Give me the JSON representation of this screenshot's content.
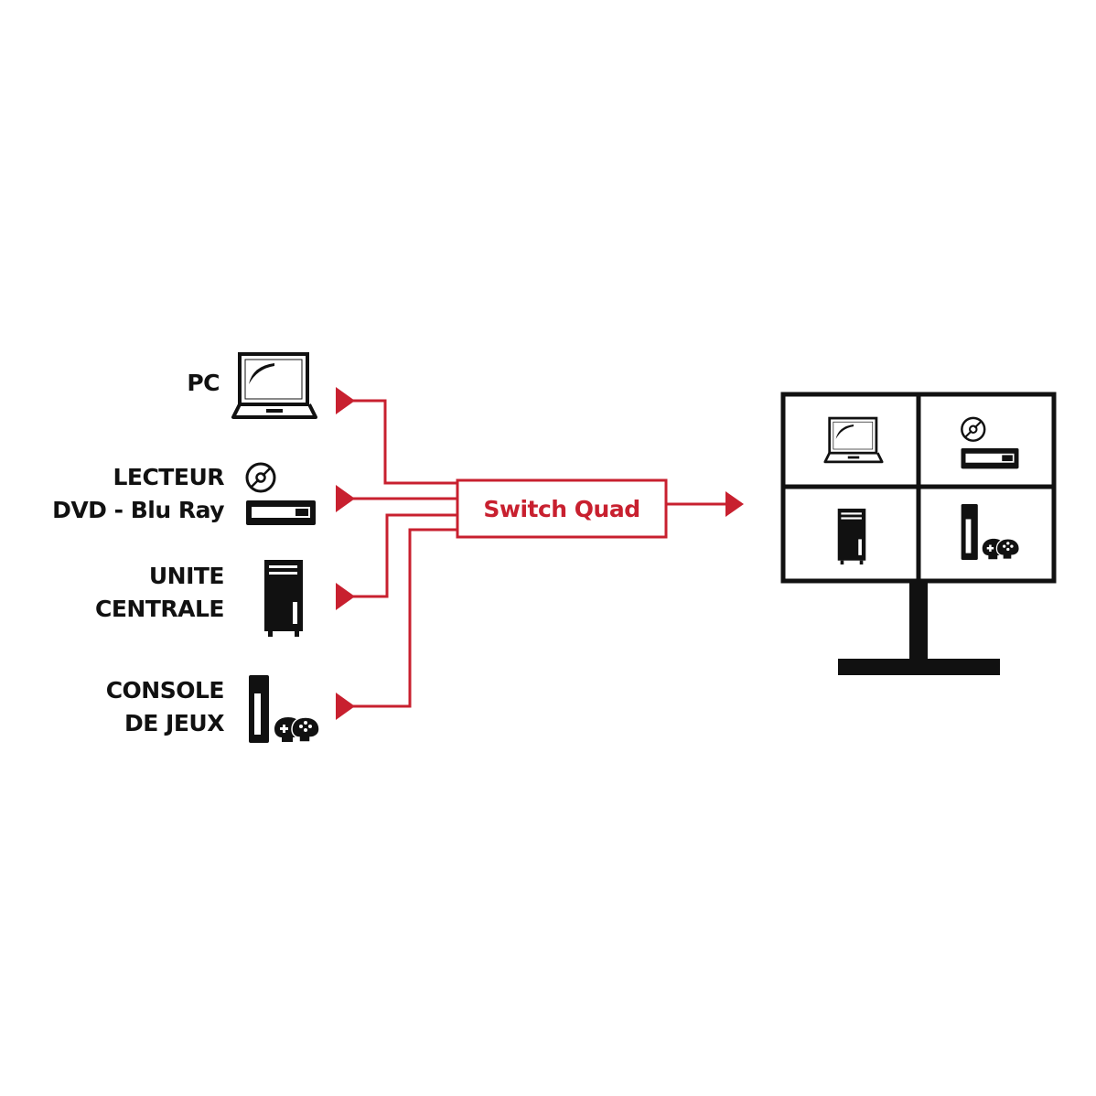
{
  "colors": {
    "accent": "#c8202f",
    "ink": "#111111",
    "background": "#ffffff"
  },
  "sources": [
    {
      "id": "pc",
      "lines": [
        "PC"
      ],
      "icon": "laptop-icon"
    },
    {
      "id": "dvd",
      "lines": [
        "LECTEUR",
        "DVD - Blu Ray"
      ],
      "icon": "dvd-player-icon"
    },
    {
      "id": "tower",
      "lines": [
        "UNITE",
        "CENTRALE"
      ],
      "icon": "desktop-tower-icon"
    },
    {
      "id": "console",
      "lines": [
        "CONSOLE",
        "DE JEUX"
      ],
      "icon": "game-console-icon"
    }
  ],
  "switch": {
    "label": "Switch Quad"
  },
  "monitor": {
    "icon": "monitor-icon",
    "quadrants": [
      "laptop-icon",
      "dvd-player-icon",
      "desktop-tower-icon",
      "game-console-icon"
    ]
  }
}
